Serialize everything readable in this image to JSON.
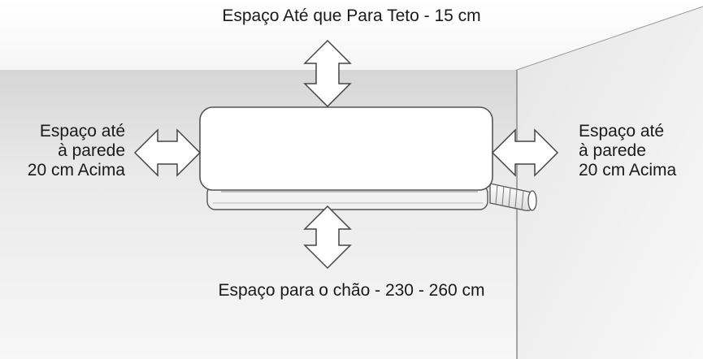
{
  "labels": {
    "ceiling": "Espaço Até que Para Teto - 15 cm",
    "floor": "Espaço para o chão - 230 - 260 cm",
    "left": [
      "Espaço até",
      "à parede",
      "20 cm Acima"
    ],
    "right": [
      "Espaço até",
      "à parede",
      "20 cm Acima"
    ]
  },
  "colors": {
    "back_wall": "#e3e3e3",
    "side_wall": "#eaeaea",
    "outline": "#555555",
    "unit_body": "#ffffff",
    "text": "#1a1a1a"
  },
  "icons": [
    "air-conditioner-icon",
    "double-arrow-icon",
    "pipe-icon"
  ]
}
